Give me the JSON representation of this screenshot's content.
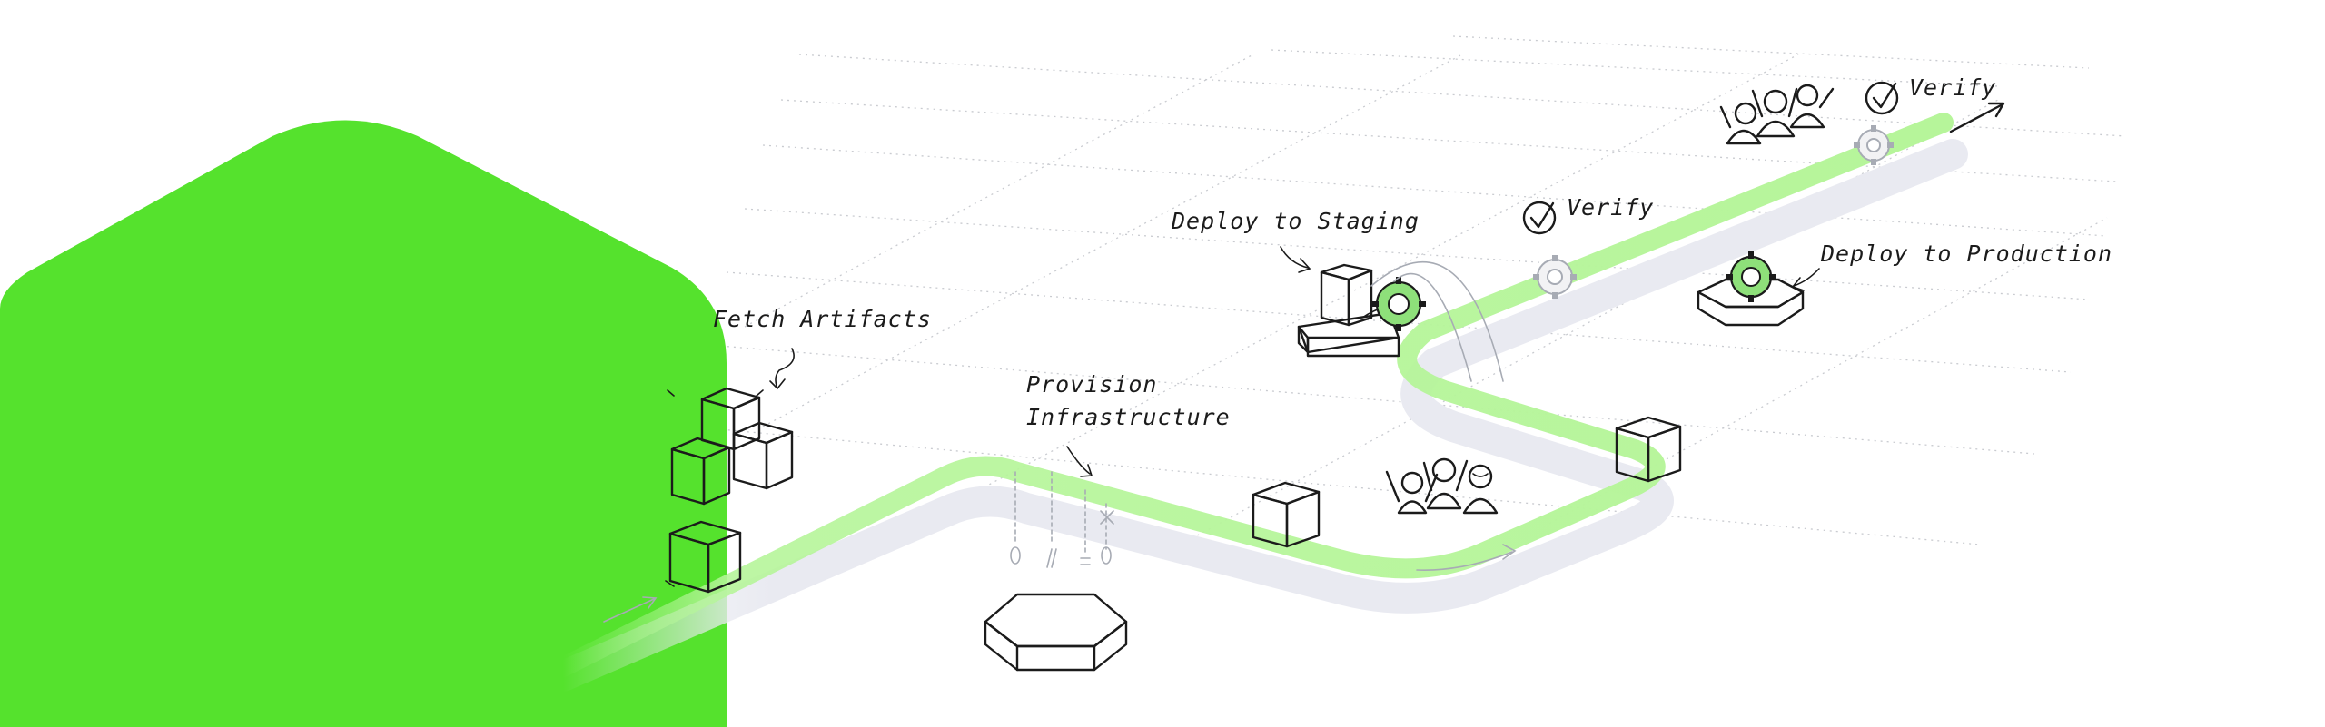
{
  "labels": {
    "fetch": "Fetch Artifacts",
    "provision_line1": "Provision",
    "provision_line2": "Infrastructure",
    "staging": "Deploy to Staging",
    "verify1": "Verify",
    "verify2": "Verify",
    "production": "Deploy to Production"
  },
  "colors": {
    "brand_green": "#55e22d",
    "path_green": "#b6f59a",
    "path_shadow": "#e9eaf1",
    "gear_green": "#8ee07a",
    "ink": "#1b1b1b",
    "grid": "#c9cbd0"
  },
  "icons": {
    "pipeline_path": "pipeline-path",
    "artifact_box": "cube-icon",
    "platform": "hexagon-platform-icon",
    "gear": "gear-icon",
    "check": "check-circle-icon",
    "people": "people-icon",
    "arrow": "arrow-icon"
  }
}
